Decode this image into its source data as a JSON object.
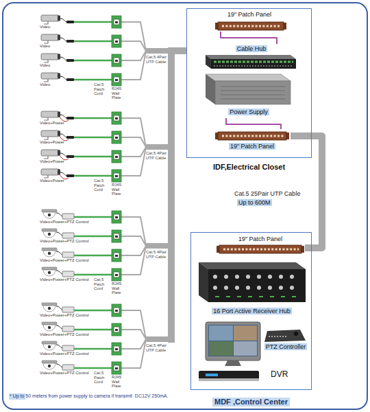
{
  "diagram": {
    "nodes": [
      {
        "text": [
          "Video"
        ]
      },
      {
        "text": [
          "Video"
        ]
      },
      {
        "text": [
          "Video"
        ]
      },
      {
        "text": [
          "Video"
        ]
      },
      {
        "text": [
          "Video+Power"
        ]
      },
      {
        "text": [
          "Video+Power"
        ]
      },
      {
        "text": [
          "Video+Power"
        ]
      },
      {
        "text": [
          "Video+Power"
        ]
      },
      {
        "text": [
          "Video+Power+PTZ Control"
        ]
      },
      {
        "text": [
          "Video+Power+PTZ Control"
        ]
      },
      {
        "text": [
          "Video+Power+PTZ Control"
        ]
      },
      {
        "text": [
          "Video+Power+PTZ Control"
        ]
      },
      {
        "text": [
          "Video+Power+PTZ Control"
        ]
      },
      {
        "text": [
          "Video+Power+PTZ Control"
        ]
      },
      {
        "text": [
          "Video+Power+PTZ Control"
        ]
      },
      {
        "text": [
          "Video+Power+PTZ Control"
        ]
      },
      {
        "text": [
          "IDF,Electrical Closet"
        ]
      },
      {
        "text": [
          "19\" Patch Panel"
        ],
        "in": 16
      },
      {
        "text": [
          "Cable Hub"
        ],
        "in": 16
      },
      {
        "text": [
          "Power Supply"
        ],
        "in": 16
      },
      {
        "text": [
          "19\" Patch Panel"
        ],
        "in": 16
      },
      {
        "text": [
          "MDF ,Control Center"
        ]
      },
      {
        "text": [
          "19\" Patch Panel"
        ],
        "in": 21
      },
      {
        "text": [
          "16 Port Active Receiver Hub"
        ],
        "in": 21
      },
      {
        "text": [
          "PTZ Controller"
        ],
        "in": 21
      },
      {
        "text": [
          "DVR"
        ],
        "in": 21
      }
    ],
    "edges": [
      {
        "from": 0,
        "to": 16,
        "arrow": "none"
      },
      {
        "from": 1,
        "to": 16,
        "arrow": "none"
      },
      {
        "from": 2,
        "to": 16,
        "arrow": "none"
      },
      {
        "from": 3,
        "to": 16,
        "arrow": "none"
      },
      {
        "from": 4,
        "to": 16,
        "arrow": "none"
      },
      {
        "from": 5,
        "to": 16,
        "arrow": "none"
      },
      {
        "from": 6,
        "to": 16,
        "arrow": "none"
      },
      {
        "from": 7,
        "to": 16,
        "arrow": "none"
      },
      {
        "from": 8,
        "to": 16,
        "arrow": "none"
      },
      {
        "from": 9,
        "to": 16,
        "arrow": "none"
      },
      {
        "from": 10,
        "to": 16,
        "arrow": "none"
      },
      {
        "from": 11,
        "to": 16,
        "arrow": "none"
      },
      {
        "from": 12,
        "to": 16,
        "arrow": "none"
      },
      {
        "from": 13,
        "to": 16,
        "arrow": "none"
      },
      {
        "from": 14,
        "to": 16,
        "arrow": "none"
      },
      {
        "from": 15,
        "to": 16,
        "arrow": "none"
      },
      {
        "from": 17,
        "to": 18,
        "arrow": "none"
      },
      {
        "from": 19,
        "to": 20,
        "arrow": "none"
      },
      {
        "from": 20,
        "to": 22,
        "label": "Cat.5 25Pair UTP Cable",
        "arrow": "none"
      }
    ],
    "labels": [
      "Cat.5 4Pair UTP Cable",
      "Cat.5 Patch Cord",
      "RJ45 Wall Plate",
      "Cat.5 4Pair UTP Cable",
      "Cat.5 Patch Cord",
      "RJ45 Wall Plate",
      "Cat.5 4Pair UTP Cable",
      "Cat.5 Patch Cord",
      "RJ45 Wall Plate",
      "Cat.5 4Pair UTP Cable",
      "Cat.5 Patch Cord",
      "RJ45 Wall Plate",
      "Up to 600M",
      "* Up to 50 meters from power supply to camera if transmit  DC12V 250mA."
    ]
  }
}
